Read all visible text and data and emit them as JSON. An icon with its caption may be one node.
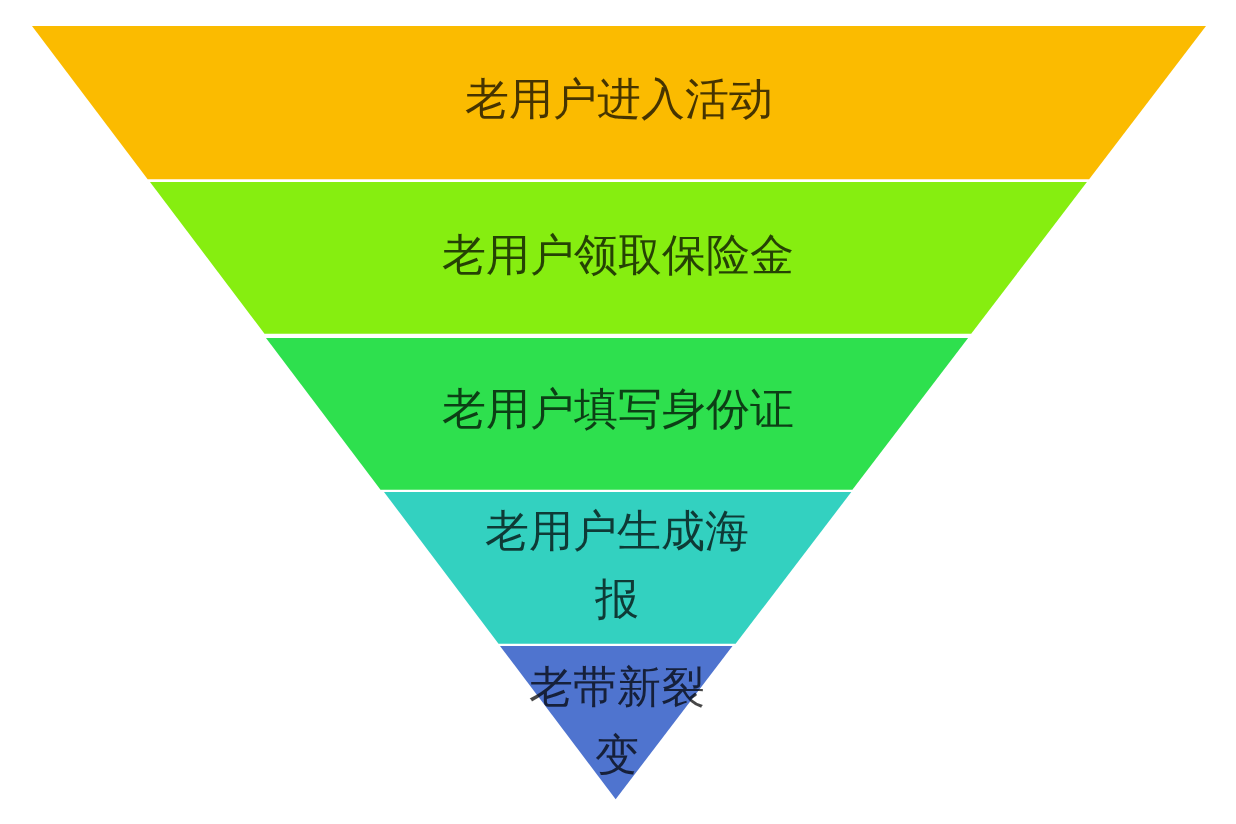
{
  "diagram": {
    "nodes": [
      {
        "text": [
          "老用户进入活动"
        ]
      },
      {
        "text": [
          "老用户领取保险金"
        ]
      },
      {
        "text": [
          "老用户填写身份证"
        ]
      },
      {
        "text": [
          "老用户生成海报"
        ]
      },
      {
        "text": [
          "老带新裂变"
        ]
      }
    ]
  }
}
